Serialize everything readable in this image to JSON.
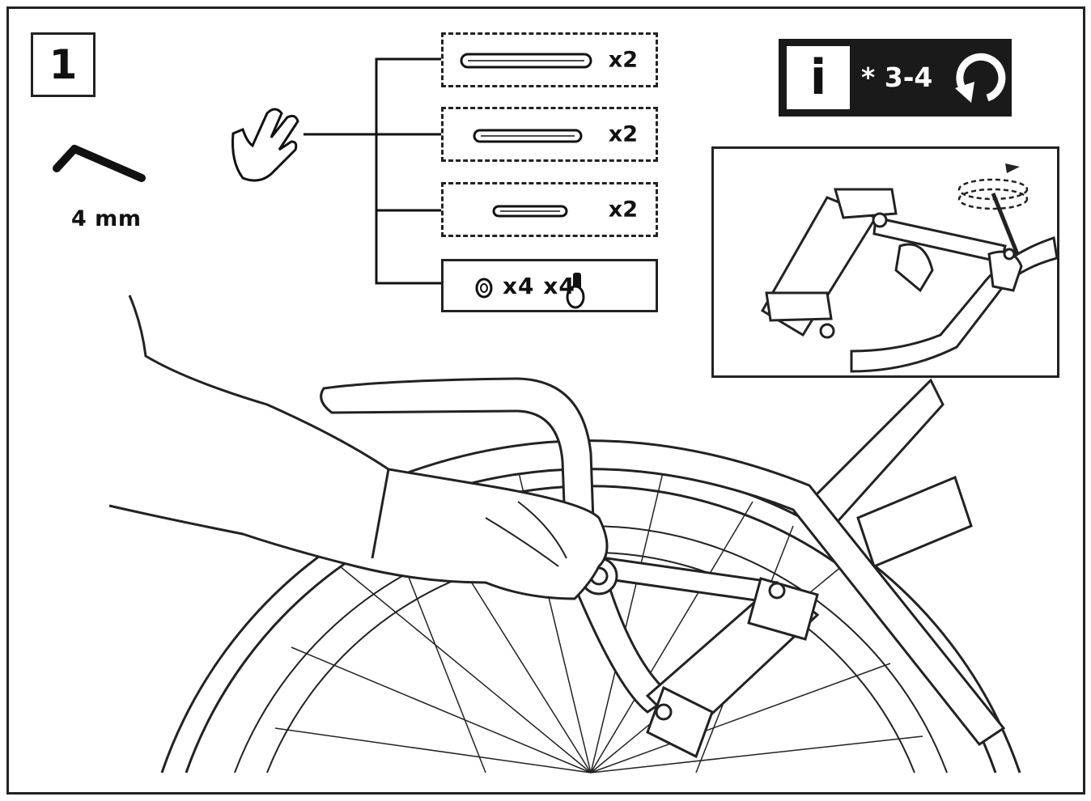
{
  "step": {
    "number": "1"
  },
  "tool": {
    "label": "4 mm",
    "icon": "allen-key-icon"
  },
  "hand_icon": "hand-tighten-icon",
  "parts": [
    {
      "icon": "long-strap-icon",
      "qty": "x2"
    },
    {
      "icon": "medium-strap-icon",
      "qty": "x2"
    },
    {
      "icon": "short-strap-icon",
      "qty": "x2"
    }
  ],
  "hardware": {
    "label": "x4 x4",
    "icons": [
      "nut-icon",
      "bolt-icon"
    ]
  },
  "info": {
    "icon_letter": "i",
    "text": "* 3-4",
    "icon": "rotate-icon"
  }
}
